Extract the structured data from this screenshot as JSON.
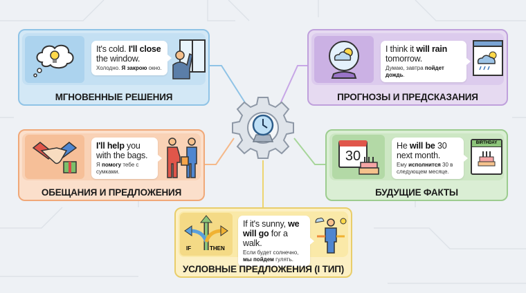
{
  "center": {
    "icon": "clock-gear-icon"
  },
  "cards": [
    {
      "title": "МГНОВЕННЫЕ РЕШЕНИЯ",
      "en_pre": "It's cold. ",
      "en_bold": "I'll close",
      "en_post": " the window.",
      "ru_pre": "Холодно. ",
      "ru_bold": "Я закрою",
      "ru_post": " окно.",
      "icon": "lightbulb-thought-icon",
      "figure": "person-closing-window-icon",
      "color": "#8fc3e6"
    },
    {
      "title": "ПРОГНОЗЫ И ПРЕДСКАЗАНИЯ",
      "en_pre": "I think it ",
      "en_bold": "will rain",
      "en_post": " tomorrow.",
      "ru_pre": "Думаю, завтра ",
      "ru_bold": "пойдет дождь",
      "ru_post": ".",
      "icon": "crystal-ball-icon",
      "figure": "weather-window-icon",
      "color": "#bfa0dc"
    },
    {
      "title": "ОБЕЩАНИЯ И ПРЕДЛОЖЕНИЯ",
      "en_pre": "",
      "en_bold": "I'll help",
      "en_post": " you with the bags.",
      "ru_pre": "Я ",
      "ru_bold": "помогу",
      "ru_post": " тебе с сумками.",
      "icon": "handshake-gift-icon",
      "figure": "people-helping-icon",
      "color": "#f0a878"
    },
    {
      "title": "БУДУЩИЕ ФАКТЫ",
      "en_pre": "He ",
      "en_bold": "will be",
      "en_post": " 30 next month.",
      "ru_pre": "Ему ",
      "ru_bold": "исполнится",
      "ru_post": " 30 в следующем месяце.",
      "icon": "calendar-cake-icon",
      "calendar_number": "30",
      "figure": "birthday-calendar-icon",
      "figure_text": "BIRTHDAY",
      "color": "#9ccc8f"
    },
    {
      "title": "УСЛОВНЫЕ ПРЕДЛОЖЕНИЯ (I ТИП)",
      "en_pre": "If it's sunny, ",
      "en_bold": "we will go",
      "en_post": " for a walk.",
      "ru_pre": "Если будет солнечно, ",
      "ru_bold": "мы пойдем",
      "ru_post": " гулять.",
      "icon": "crossroads-arrows-icon",
      "if_label": "IF",
      "then_label": "THEN",
      "figure": "person-choice-icon",
      "color": "#e8cd6a"
    }
  ]
}
